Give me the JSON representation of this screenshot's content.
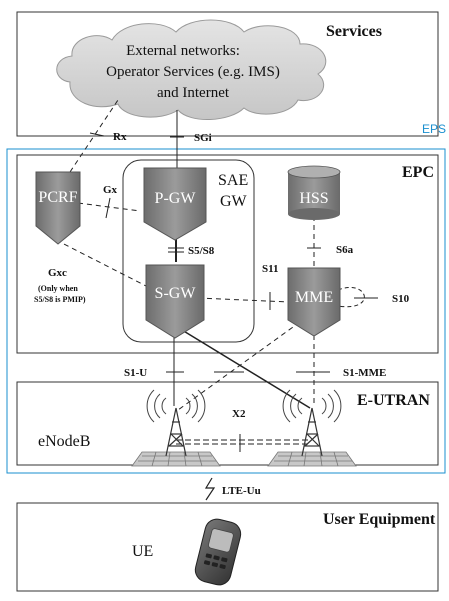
{
  "sections": {
    "services": "Services",
    "eps": "EPS",
    "epc": "EPC",
    "eutran": "E-UTRAN",
    "user_equipment": "User Equipment"
  },
  "cloud": {
    "line1": "External networks:",
    "line2": "Operator Services (e.g. IMS)",
    "line3": "and Internet"
  },
  "nodes": {
    "pcrf": "PCRF",
    "pgw": "P-GW",
    "sgw": "S-GW",
    "hss": "HSS",
    "mme": "MME",
    "sae_gw_line1": "SAE",
    "sae_gw_line2": "GW",
    "enodeb": "eNodeB",
    "ue": "UE"
  },
  "interfaces": {
    "rx": "Rx",
    "sgi": "SGi",
    "gx": "Gx",
    "gxc": "Gxc",
    "gxc_note_line1": "(Only when",
    "gxc_note_line2": "S5/S8 is PMIP)",
    "s5s8": "S5/S8",
    "s6a": "S6a",
    "s11": "S11",
    "s10": "S10",
    "s1u": "S1-U",
    "s1mme": "S1-MME",
    "x2": "X2",
    "lteuu": "LTE-Uu"
  },
  "colors": {
    "eps_border": "#1a8fcf",
    "node_fill": "#8a8a8a",
    "node_dark": "#5e5e5e",
    "cloud_fill": "#d6d6d6"
  }
}
